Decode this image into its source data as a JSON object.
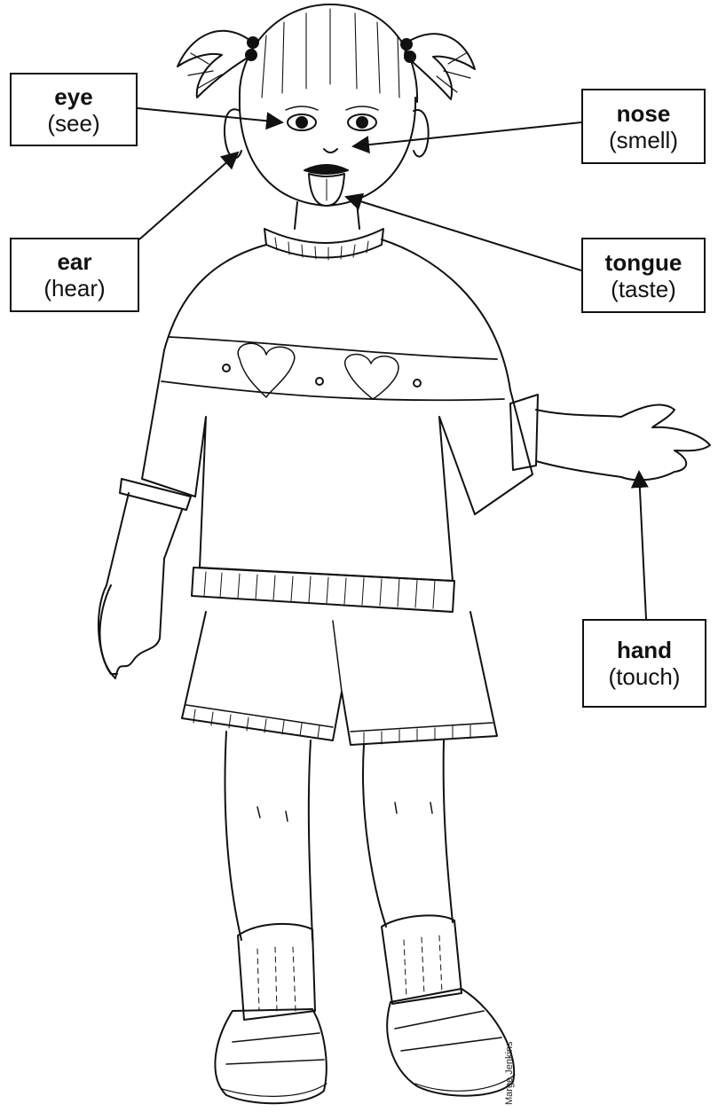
{
  "labels": {
    "eye": {
      "part": "eye",
      "sense": "(see)"
    },
    "ear": {
      "part": "ear",
      "sense": "(hear)"
    },
    "nose": {
      "part": "nose",
      "sense": "(smell)"
    },
    "tongue": {
      "part": "tongue",
      "sense": "(taste)"
    },
    "hand": {
      "part": "hand",
      "sense": "(touch)"
    }
  },
  "credit": "Marge Jenkins"
}
